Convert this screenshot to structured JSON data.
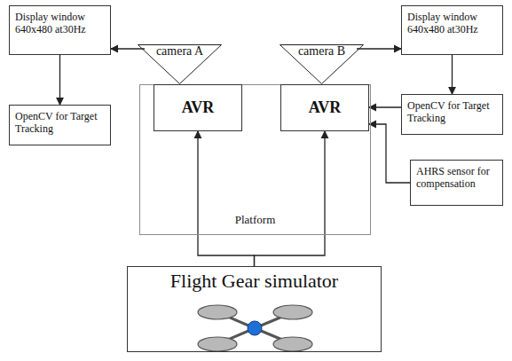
{
  "diagram": {
    "nodes": [
      {
        "text": [
          "Display window 640x480 at30Hz"
        ]
      },
      {
        "text": [
          "camera A"
        ]
      },
      {
        "text": [
          "camera B"
        ]
      },
      {
        "text": [
          "Display window 640x480 at30Hz"
        ]
      },
      {
        "text": [
          "Platform"
        ]
      },
      {
        "text": [
          "AVR"
        ],
        "in": 4
      },
      {
        "text": [
          "AVR"
        ],
        "in": 4
      },
      {
        "text": [
          "OpenCV for Target Tracking"
        ]
      },
      {
        "text": [
          "OpenCV for Target Tracking"
        ]
      },
      {
        "text": [
          "AHRS sensor for compensation"
        ]
      },
      {
        "text": [
          "Flight Gear simulator"
        ]
      }
    ],
    "edges": [
      {
        "from": 1,
        "to": 0,
        "arrow": "to"
      },
      {
        "from": 0,
        "to": 7,
        "arrow": "to"
      },
      {
        "from": 2,
        "to": 3,
        "arrow": "to"
      },
      {
        "from": 3,
        "to": 8,
        "arrow": "to"
      },
      {
        "from": 8,
        "to": 6,
        "arrow": "to"
      },
      {
        "from": 9,
        "to": 6,
        "arrow": "to"
      },
      {
        "from": 10,
        "to": 5,
        "arrow": "to"
      },
      {
        "from": 10,
        "to": 6,
        "arrow": "to"
      }
    ]
  }
}
